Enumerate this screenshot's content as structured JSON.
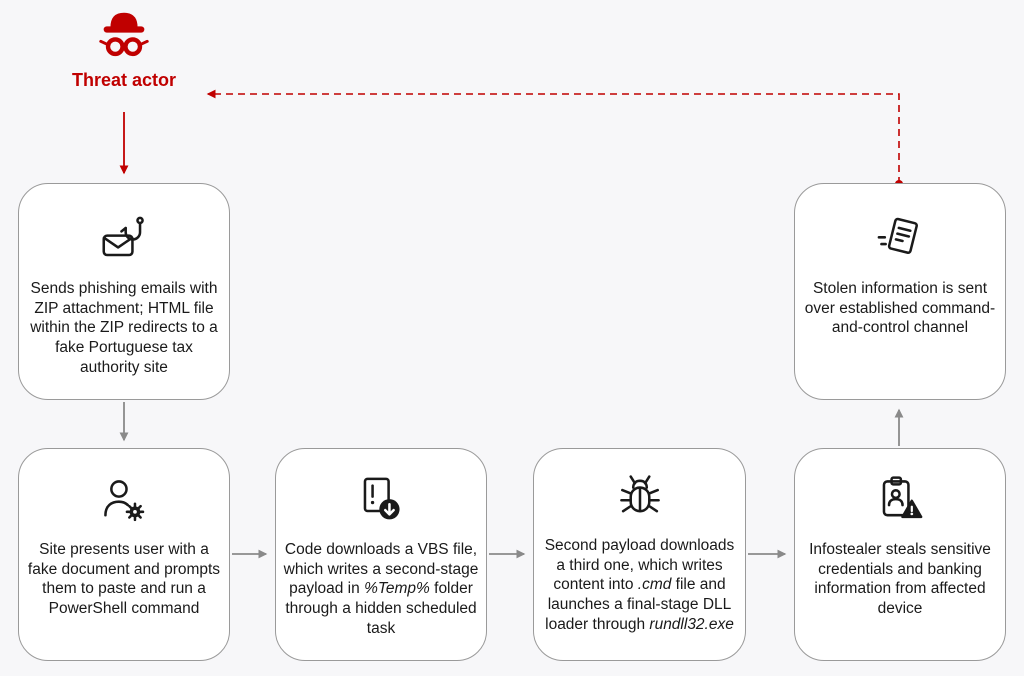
{
  "diagram": {
    "threat_actor": {
      "label": "Threat actor",
      "icon": "spy-icon"
    },
    "nodes": [
      {
        "id": "phishing-email",
        "icon": "phishing-hook-icon",
        "text": [
          {
            "t": "Sends phishing emails with ZIP attachment; HTML file within the ZIP redirects to a fake Portuguese tax authority site"
          }
        ]
      },
      {
        "id": "c2-exfiltration",
        "icon": "stolen-document-icon",
        "text": [
          {
            "t": "Stolen information is sent over established command-and-control channel"
          }
        ]
      },
      {
        "id": "fake-site-powershell",
        "icon": "user-gear-icon",
        "text": [
          {
            "t": "Site presents user with a fake document and prompts them to paste and run a PowerShell command"
          }
        ]
      },
      {
        "id": "vbs-second-stage",
        "icon": "file-download-icon",
        "text": [
          {
            "t": "Code downloads a VBS file, which writes a second-stage payload in "
          },
          {
            "t": "%Temp%",
            "i": true
          },
          {
            "t": " folder through a hidden scheduled task"
          }
        ]
      },
      {
        "id": "third-payload-dll",
        "icon": "bug-icon",
        "text": [
          {
            "t": "Second payload downloads a third one, which writes content into "
          },
          {
            "t": ".cmd",
            "i": true
          },
          {
            "t": " file and launches a final-stage DLL loader through "
          },
          {
            "t": "rundll32.exe",
            "i": true
          }
        ]
      },
      {
        "id": "infostealer",
        "icon": "clipboard-warning-icon",
        "text": [
          {
            "t": "Infostealer steals sensitive credentials and banking information from affected device"
          }
        ]
      }
    ],
    "colors": {
      "accent_red": "#c00000",
      "arrow_gray": "#8a8a8a",
      "box_border": "#9a9a9a",
      "background": "#f7f7f9",
      "text": "#1a1a1a"
    }
  }
}
